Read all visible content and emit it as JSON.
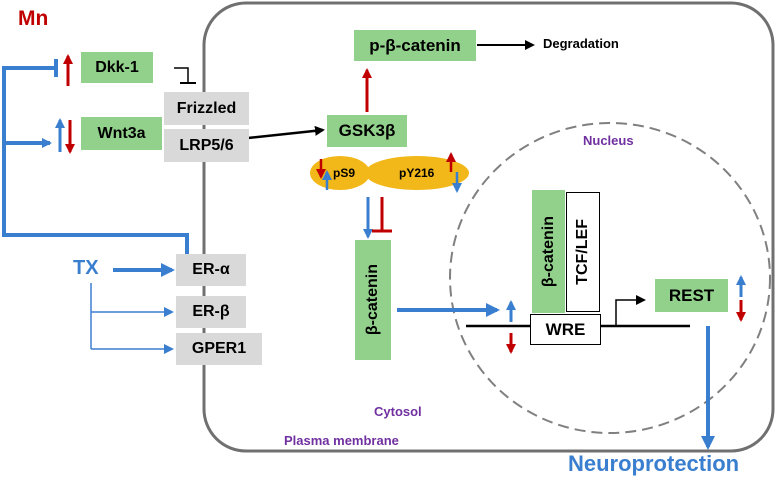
{
  "labels": {
    "mn": "Mn",
    "tx": "TX",
    "nucleus": "Nucleus",
    "cytosol": "Cytosol",
    "plasma_membrane": "Plasma membrane",
    "degradation": "Degradation",
    "neuroprotection": "Neuroprotection"
  },
  "nodes": {
    "dkk1": "Dkk-1",
    "wnt3a": "Wnt3a",
    "frizzled": "Frizzled",
    "lrp56": "LRP5/6",
    "p_beta_catenin": "p-β-catenin",
    "gsk3b": "GSK3β",
    "ps9": "pS9",
    "py216": "pY216",
    "beta_catenin_cyto": "β-catenin",
    "beta_catenin_nuc": "β-catenin",
    "tcf_lef": "TCF/LEF",
    "wre": "WRE",
    "rest": "REST",
    "er_alpha": "ER-α",
    "er_beta": "ER-β",
    "gper1": "GPER1"
  },
  "colors": {
    "mn_red": "#c00000",
    "tx_blue": "#3a7fcf",
    "region_purple": "#7030a0",
    "green_box": "#92d18b",
    "grey_box": "#d9d9d9",
    "ellipse_yellow": "#f2b81a"
  }
}
